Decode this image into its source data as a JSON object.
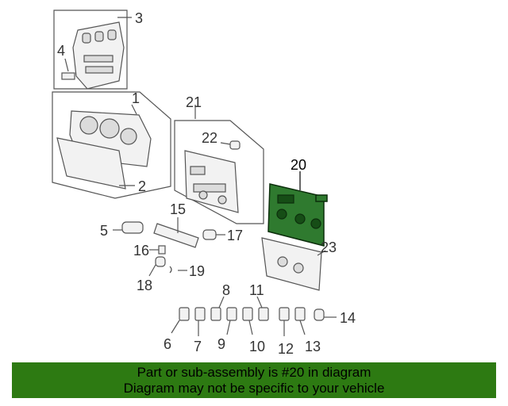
{
  "callouts": {
    "c1": "1",
    "c2": "2",
    "c3": "3",
    "c4": "4",
    "c5": "5",
    "c6": "6",
    "c7": "7",
    "c8": "8",
    "c9": "9",
    "c10": "10",
    "c11": "11",
    "c12": "12",
    "c13": "13",
    "c14": "14",
    "c15": "15",
    "c16": "16",
    "c17": "17",
    "c18": "18",
    "c19": "19",
    "c20": "20",
    "c21": "21",
    "c22": "22",
    "c23": "23"
  },
  "highlight_color": "#2f7a2f",
  "banner": {
    "color": "#2d7a12",
    "line1": "Part or sub-assembly is #20 in diagram",
    "line2": "Diagram may not be specific to your vehicle"
  }
}
